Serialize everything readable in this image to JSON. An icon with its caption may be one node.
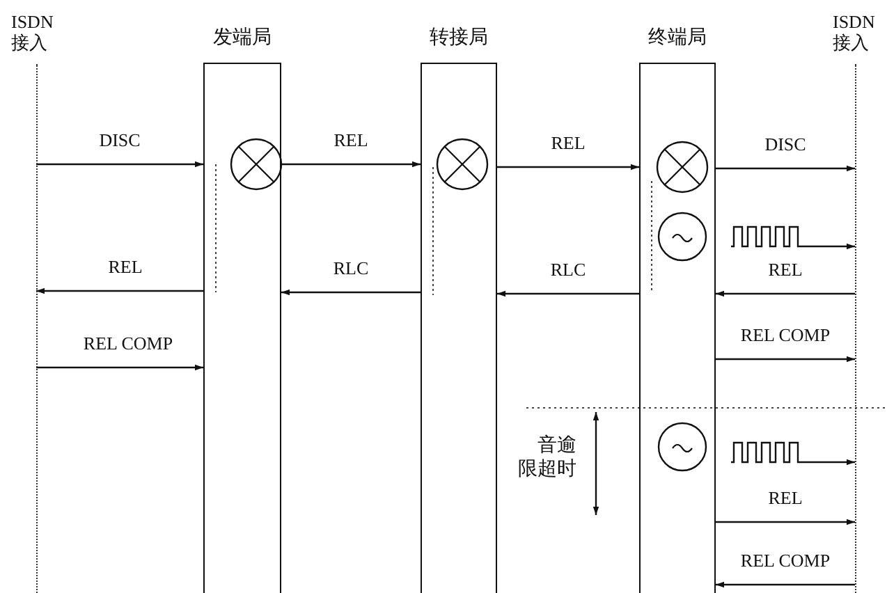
{
  "diagram": {
    "nodes": [
      {
        "text": [
          "ISDN 接入"
        ]
      },
      {
        "text": [
          "发端局"
        ]
      },
      {
        "text": [
          "转接局"
        ]
      },
      {
        "text": [
          "终端局"
        ]
      },
      {
        "text": [
          "ISDN 接入"
        ]
      }
    ],
    "edges": [
      {
        "from": 0,
        "to": 1,
        "arrow": "to",
        "label": "DISC"
      },
      {
        "from": 1,
        "to": 2,
        "arrow": "to",
        "label": "REL"
      },
      {
        "from": 2,
        "to": 3,
        "arrow": "to",
        "label": "REL"
      },
      {
        "from": 3,
        "to": 4,
        "arrow": "to",
        "label": "DISC"
      },
      {
        "from": 3,
        "to": 4,
        "arrow": "to"
      },
      {
        "from": 1,
        "to": 0,
        "arrow": "to",
        "label": "REL"
      },
      {
        "from": 2,
        "to": 1,
        "arrow": "to",
        "label": "RLC"
      },
      {
        "from": 3,
        "to": 2,
        "arrow": "to",
        "label": "RLC"
      },
      {
        "from": 4,
        "to": 3,
        "arrow": "to",
        "label": "REL"
      },
      {
        "from": 0,
        "to": 1,
        "arrow": "to",
        "label": "REL COMP"
      },
      {
        "from": 3,
        "to": 4,
        "arrow": "to",
        "label": "REL COMP"
      },
      {
        "from": 3,
        "to": 4,
        "arrow": "to"
      },
      {
        "from": 3,
        "to": 4,
        "arrow": "to",
        "label": "REL"
      },
      {
        "from": 4,
        "to": 3,
        "arrow": "to",
        "label": "REL COMP"
      }
    ],
    "labels": [
      "音逾限超时"
    ]
  }
}
